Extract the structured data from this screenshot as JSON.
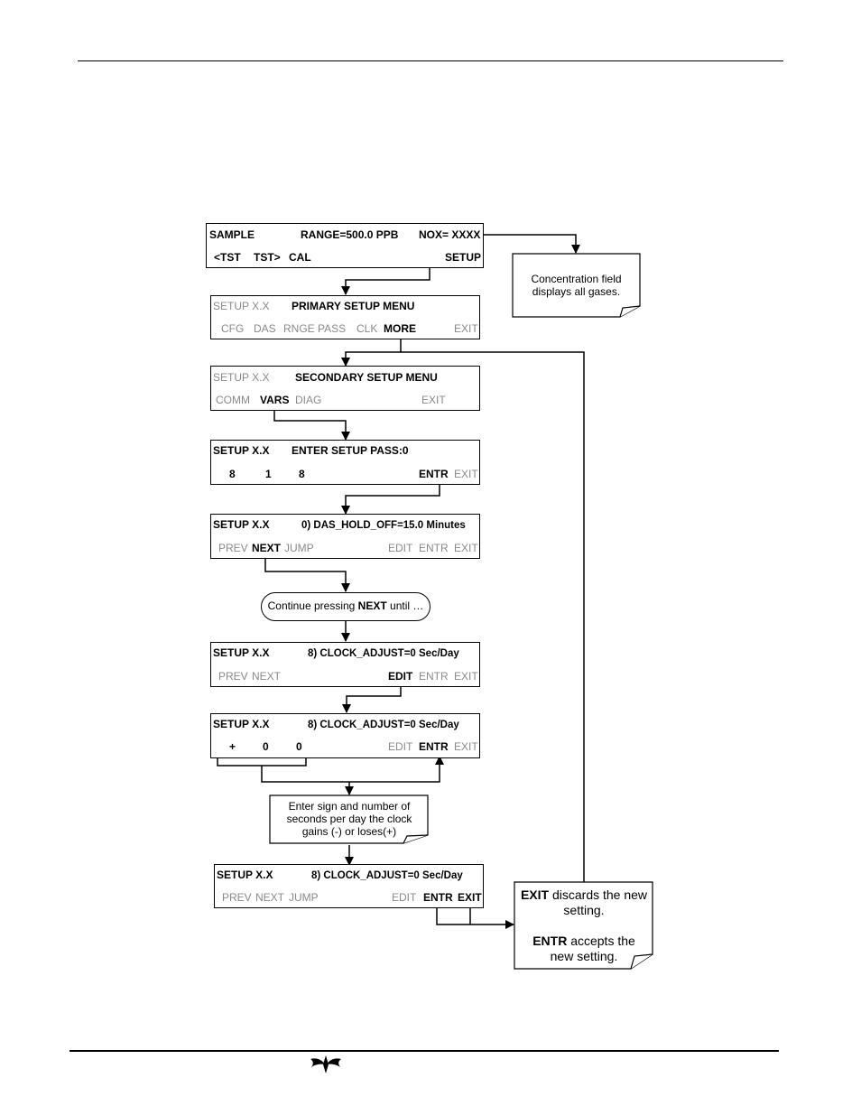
{
  "screens": {
    "s1": {
      "l1": [
        "SAMPLE",
        "RANGE=500.0 PPB",
        "NOX= XXXX"
      ],
      "l2": [
        "<TST",
        "TST>",
        "CAL",
        "SETUP"
      ]
    },
    "s2": {
      "l1": [
        "SETUP X.X",
        "PRIMARY SETUP MENU"
      ],
      "l2": [
        "CFG",
        "DAS",
        "RNGE",
        "PASS",
        "CLK",
        "MORE",
        "EXIT"
      ]
    },
    "s3": {
      "l1": [
        "SETUP X.X",
        "SECONDARY SETUP MENU"
      ],
      "l2": [
        "COMM",
        "VARS",
        "DIAG",
        "EXIT"
      ]
    },
    "s4": {
      "l1": [
        "SETUP X.X",
        "ENTER SETUP PASS:0"
      ],
      "l2": [
        "8",
        "1",
        "8",
        "ENTR",
        "EXIT"
      ]
    },
    "s5": {
      "l1": [
        "SETUP X.X",
        "0) DAS_HOLD_OFF=15.0 Minutes"
      ],
      "l2": [
        "PREV",
        "NEXT",
        "JUMP",
        "EDIT",
        "ENTR",
        "EXIT"
      ]
    },
    "s6": {
      "l1": [
        "SETUP X.X",
        "8) CLOCK_ADJUST=0 Sec/Day"
      ],
      "l2": [
        "PREV",
        "NEXT",
        "EDIT",
        "ENTR",
        "EXIT"
      ]
    },
    "s7": {
      "l1": [
        "SETUP X.X",
        "8) CLOCK_ADJUST=0 Sec/Day"
      ],
      "l2": [
        "+",
        "0",
        "0",
        "EDIT",
        "ENTR",
        "EXIT"
      ]
    },
    "s8": {
      "l1": [
        "SETUP X.X",
        "8) CLOCK_ADJUST=0 Sec/Day"
      ],
      "l2": [
        "PREV",
        "NEXT",
        "JUMP",
        "EDIT",
        "ENTR",
        "EXIT"
      ]
    }
  },
  "notes": {
    "concentration": [
      "Concentration field",
      "displays all gases."
    ],
    "continue": {
      "pre": "Continue pressing ",
      "key": "NEXT",
      "post": " until …"
    },
    "enter_sign": [
      "Enter sign and number of",
      "seconds per day the clock",
      "gains (-) or loses(+)"
    ],
    "exit_entr": {
      "exit_key": "EXIT",
      "exit_text": [
        " discards the new",
        "setting."
      ],
      "entr_key": "ENTR",
      "entr_text": [
        " accepts the",
        "new setting."
      ]
    }
  },
  "logo": {
    "icon": "teledyne-logo-icon"
  }
}
